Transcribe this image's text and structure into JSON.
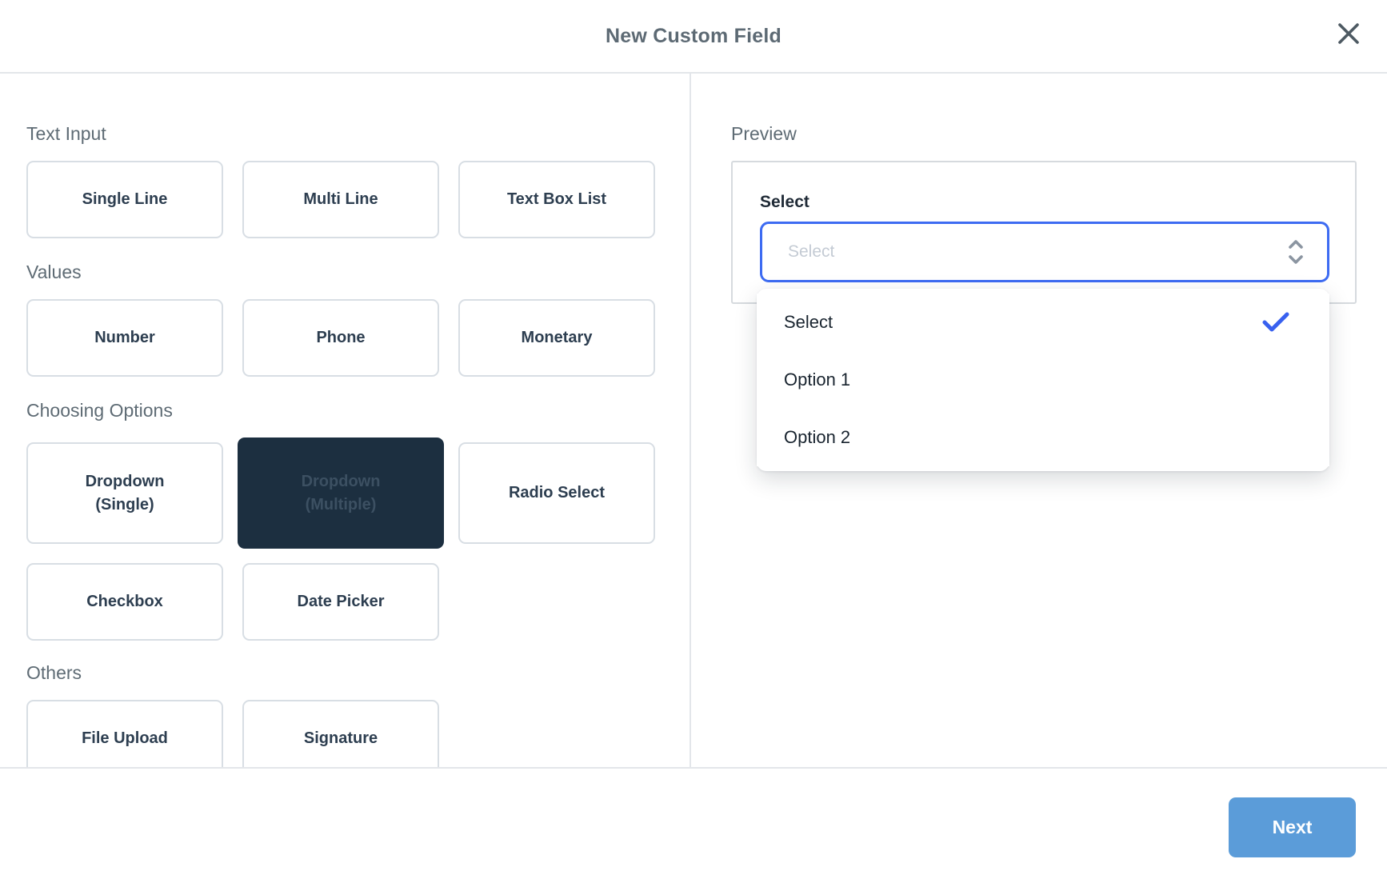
{
  "header": {
    "title": "New Custom Field",
    "close_icon": "close-icon"
  },
  "left_panel": {
    "sections": [
      {
        "label": "Text Input",
        "cards": [
          {
            "label": "Single Line"
          },
          {
            "label": "Multi Line"
          },
          {
            "label": "Text Box List"
          }
        ]
      },
      {
        "label": "Values",
        "cards": [
          {
            "label": "Number"
          },
          {
            "label": "Phone"
          },
          {
            "label": "Monetary"
          }
        ]
      },
      {
        "label": "Choosing Options",
        "cards": [
          {
            "label": "Dropdown\n(Single)"
          },
          {
            "label": "Dropdown\n(Multiple)",
            "selected": true
          },
          {
            "label": "Radio Select"
          },
          {
            "label": "Checkbox"
          },
          {
            "label": "Date Picker"
          }
        ]
      },
      {
        "label": "Others",
        "cards": [
          {
            "label": "File Upload"
          },
          {
            "label": "Signature"
          }
        ]
      }
    ]
  },
  "right_panel": {
    "heading": "Preview",
    "field_label": "Select",
    "select_placeholder": "Select",
    "unfold_icon": "unfold-icon",
    "dropdown_options": [
      {
        "label": "Select",
        "checked": true
      },
      {
        "label": "Option 1",
        "checked": false
      },
      {
        "label": "Option 2",
        "checked": false
      }
    ]
  },
  "footer": {
    "next_label": "Next"
  },
  "colors": {
    "accent_select_border": "#3d6bf2",
    "checkmark_blue": "#3860ef",
    "next_button_blue": "#5b9cd9",
    "selected_card_bg": "#1c2f40",
    "selected_card_text": "#3c5062",
    "card_text": "#2d3e50",
    "section_label_gray": "#5e6b74",
    "divider_gray": "#e3e6ea",
    "placeholder_gray": "#c4cbd4"
  }
}
